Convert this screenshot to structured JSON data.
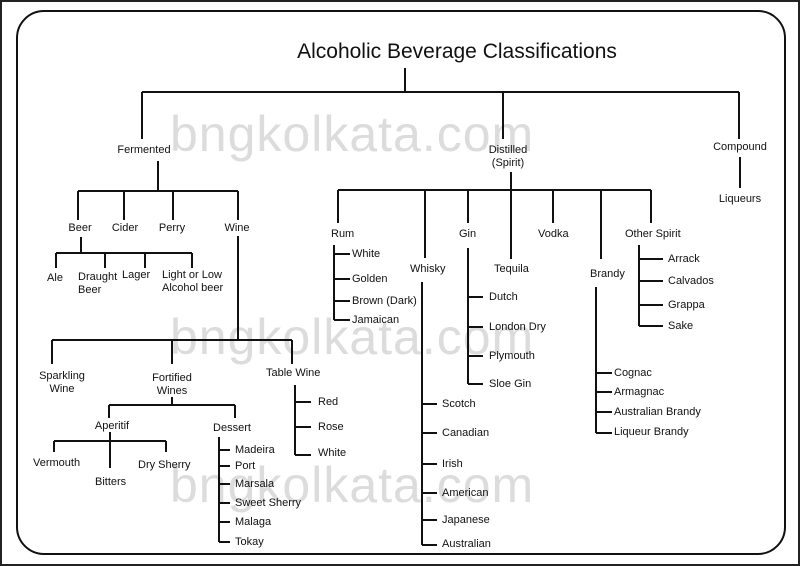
{
  "diagram": {
    "title": "Alcoholic Beverage Classifications",
    "watermark": "bngkolkata.com",
    "categories": {
      "fermented": {
        "label": "Fermented",
        "children": {
          "beer": {
            "label": "Beer",
            "children": [
              "Ale",
              "Draught Beer",
              "Lager",
              "Light or Low Alcohol beer"
            ]
          },
          "cider": {
            "label": "Cider"
          },
          "perry": {
            "label": "Perry"
          },
          "wine": {
            "label": "Wine",
            "children": {
              "sparkling": {
                "label": "Sparkling Wine"
              },
              "fortified": {
                "label": "Fortified Wines",
                "children": {
                  "aperitif": {
                    "label": "Aperitif",
                    "children": [
                      "Vermouth",
                      "Bitters",
                      "Dry Sherry"
                    ]
                  },
                  "dessert": {
                    "label": "Dessert",
                    "children": [
                      "Madeira",
                      "Port",
                      "Marsala",
                      "Sweet Sherry",
                      "Malaga",
                      "Tokay"
                    ]
                  }
                }
              },
              "table": {
                "label": "Table Wine",
                "children": [
                  "Red",
                  "Rose",
                  "White"
                ]
              }
            }
          }
        }
      },
      "distilled": {
        "label": "Distilled (Spirit)",
        "label_line1": "Distilled",
        "label_line2": "(Spirit)",
        "children": {
          "rum": {
            "label": "Rum",
            "children": [
              "White",
              "Golden",
              "Brown (Dark)",
              "Jamaican"
            ]
          },
          "whisky": {
            "label": "Whisky",
            "children": [
              "Scotch",
              "Canadian",
              "Irish",
              "American",
              "Japanese",
              "Australian"
            ]
          },
          "gin": {
            "label": "Gin",
            "children": [
              "Dutch",
              "London Dry",
              "Plymouth",
              "Sloe Gin"
            ]
          },
          "tequila": {
            "label": "Tequila"
          },
          "vodka": {
            "label": "Vodka"
          },
          "brandy": {
            "label": "Brandy",
            "children": [
              "Cognac",
              "Armagnac",
              "Australian Brandy",
              "Liqueur Brandy"
            ]
          },
          "other": {
            "label": "Other Spirit",
            "children": [
              "Arrack",
              "Calvados",
              "Grappa",
              "Sake"
            ]
          }
        }
      },
      "compound": {
        "label": "Compound",
        "children": [
          "Liqueurs"
        ]
      }
    },
    "multi_line_labels": {
      "draught_1": "Draught",
      "draught_2": "Beer",
      "light_1": "Light or Low",
      "light_2": "Alcohol beer",
      "sparkling_1": "Sparkling",
      "sparkling_2": "Wine",
      "fortified_1": "Fortified",
      "fortified_2": "Wines"
    }
  }
}
